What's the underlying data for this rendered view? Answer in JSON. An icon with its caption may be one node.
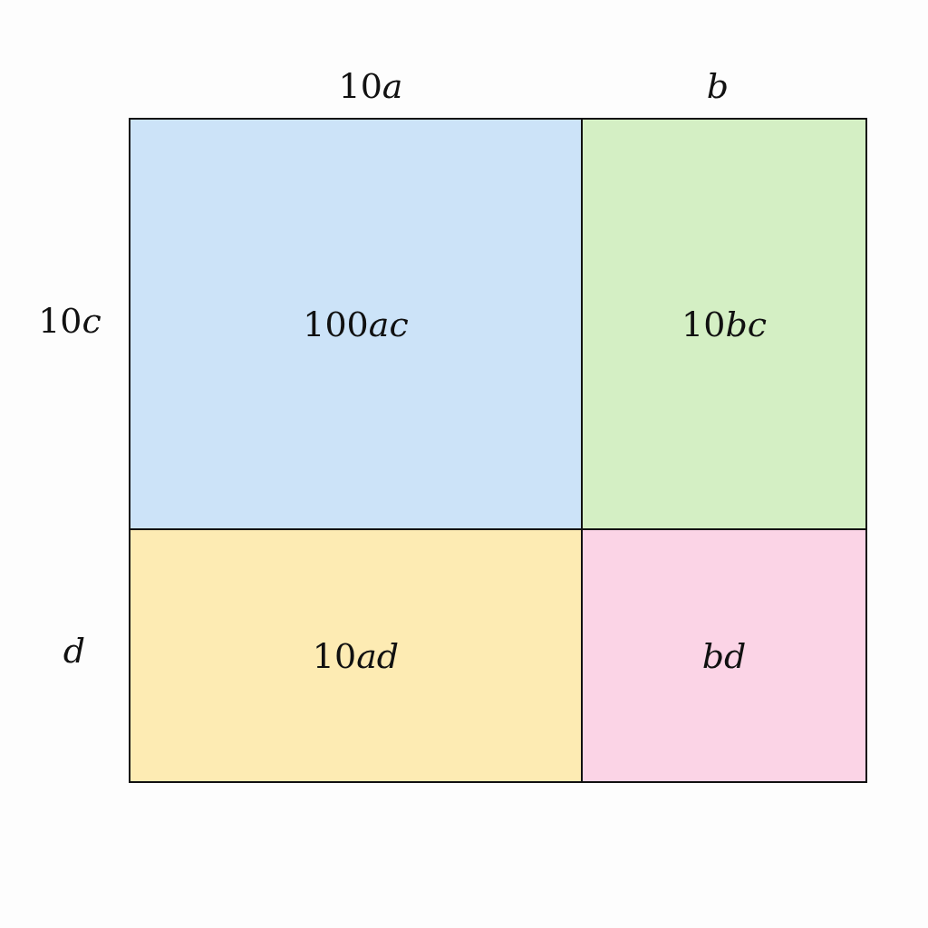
{
  "diagram": {
    "nodes": [
      {
        "text": [
          "100ac"
        ]
      },
      {
        "text": [
          "10bc"
        ]
      },
      {
        "text": [
          "10ad"
        ]
      },
      {
        "text": [
          "bd"
        ]
      }
    ],
    "labels": [
      "10a",
      "b",
      "10c",
      "d"
    ]
  }
}
